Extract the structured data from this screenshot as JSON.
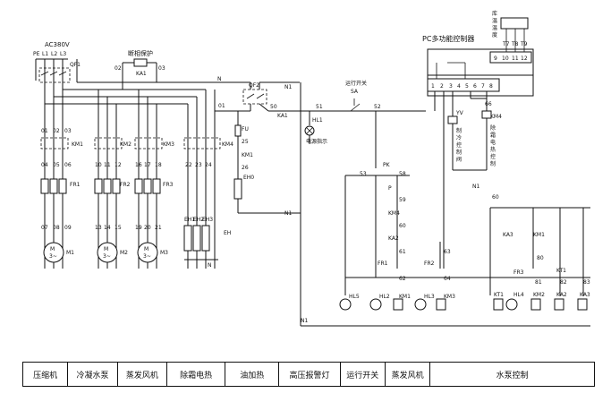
{
  "supply": {
    "voltage": "AC380V",
    "phases": [
      "PE",
      "L1",
      "L2",
      "L3"
    ]
  },
  "breakers": {
    "qf1": "QF1",
    "qf2": "QF2"
  },
  "protection": {
    "title": "断相保护",
    "left_no": "02",
    "right_no": "03",
    "relay": "KA1"
  },
  "controller": {
    "title": "PC多功能控制器",
    "upper_terminals": [
      "9",
      "10",
      "11",
      "12"
    ],
    "lower_terminals": [
      "1",
      "2",
      "3",
      "4",
      "5",
      "6",
      "7",
      "8"
    ],
    "sensor_labels": [
      "库",
      "温",
      "温",
      "度"
    ],
    "sensor_codes": [
      "T7",
      "T8",
      "T9"
    ]
  },
  "motors": [
    {
      "contactor": "KM1",
      "relay": "FR1",
      "name": "M1",
      "wires_top": [
        "01",
        "02",
        "03"
      ],
      "wires_mid": [
        "04",
        "05",
        "06"
      ],
      "wires_bot": [
        "07",
        "08",
        "09"
      ]
    },
    {
      "contactor": "KM2",
      "relay": "FR2",
      "name": "M2",
      "wires_top": [
        "",
        "",
        ""
      ],
      "wires_mid": [
        "10",
        "11",
        "12"
      ],
      "wires_bot": [
        "13",
        "14",
        "15"
      ]
    },
    {
      "contactor": "KM3",
      "relay": "FR3",
      "name": "M3",
      "wires_top": [
        "",
        "",
        ""
      ],
      "wires_mid": [
        "16",
        "17",
        "18"
      ],
      "wires_bot": [
        "19",
        "20",
        "21"
      ]
    }
  ],
  "heaters": {
    "contactor": "KM4",
    "wires": [
      "22",
      "23",
      "24"
    ],
    "label": "EH",
    "elements": [
      "EH1",
      "EH2",
      "EH3"
    ]
  },
  "oil_heater": {
    "fuse": "FU",
    "wire1": "25",
    "contactor": "KM1",
    "wire2": "26",
    "element": "EH0"
  },
  "lines": {
    "n": "N",
    "n1": "N1",
    "w01": "01",
    "w50": "50",
    "w51": "51",
    "w52": "52",
    "w53": "53",
    "w58": "58",
    "w59": "59",
    "w60a": "60",
    "w60b": "60",
    "w61": "61",
    "w62": "62",
    "w63": "63",
    "w64": "64",
    "w66": "66",
    "w80": "80",
    "w81": "81",
    "w82": "82",
    "w83": "83"
  },
  "switch": {
    "label": "运行开关",
    "code": "SA"
  },
  "lamp1": {
    "code": "HL1",
    "label": "电源指示"
  },
  "valve": {
    "code": "YV",
    "label": [
      "制",
      "冷",
      "控",
      "制",
      "阀"
    ]
  },
  "km4_ctrl": {
    "code": "KM4",
    "label": [
      "除",
      "霜",
      "电",
      "热",
      "控",
      "制"
    ]
  },
  "contacts": {
    "ka1": "KA1",
    "pk": "PK",
    "p": "P",
    "km4": "KM4",
    "ka2": "KA2",
    "fr1": "FR1",
    "fr2": "FR2",
    "fr3": "FR3",
    "ka3": "KA3",
    "km1": "KM1",
    "kt1": "KT1"
  },
  "loads": [
    "HL5",
    "HL2",
    "KM1",
    "HL3",
    "KM3",
    "KT1",
    "HL4",
    "KM2",
    "KA2",
    "KA3"
  ],
  "legend": [
    "压缩机",
    "冷凝水泵",
    "蒸发风机",
    "除霜电热",
    "油加热",
    "高压报警灯",
    "运行开关",
    "蒸发风机",
    "水泵控制"
  ]
}
